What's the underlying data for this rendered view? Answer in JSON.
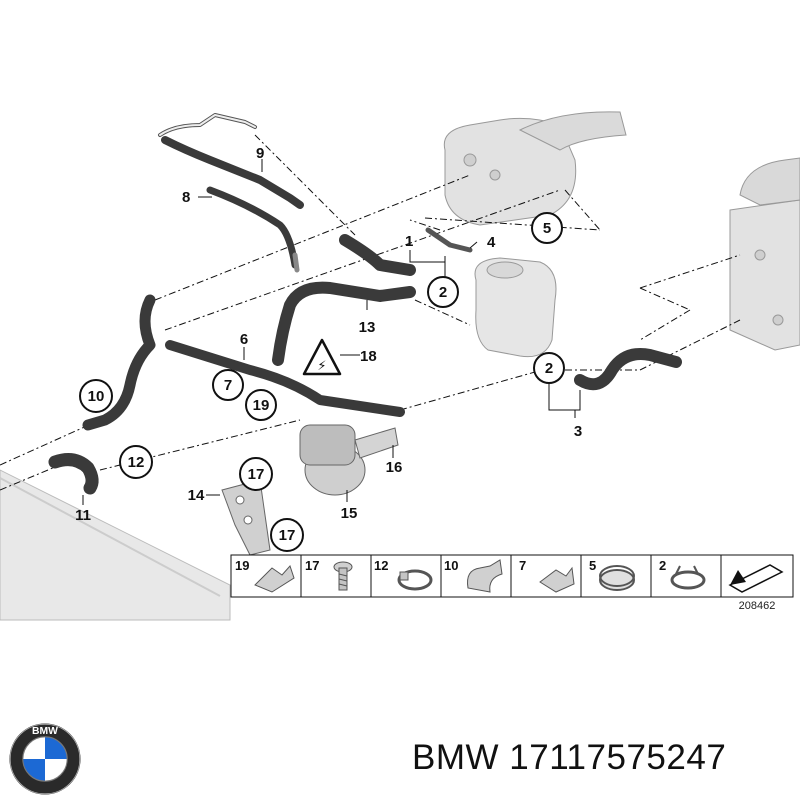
{
  "diagram": {
    "callouts": {
      "c1": "1",
      "c2a": "2",
      "c2b": "2",
      "c3": "3",
      "c4": "4",
      "c5": "5",
      "c6": "6",
      "c7": "7",
      "c8": "8",
      "c9": "9",
      "c10": "10",
      "c11": "11",
      "c12": "12",
      "c13": "13",
      "c14": "14",
      "c15": "15",
      "c16": "16",
      "c17a": "17",
      "c17b": "17",
      "c18": "18",
      "c19": "19"
    },
    "legend": [
      {
        "num": "19",
        "part": "holder-clip"
      },
      {
        "num": "17",
        "part": "bolt"
      },
      {
        "num": "12",
        "part": "hose-clamp"
      },
      {
        "num": "10",
        "part": "clip"
      },
      {
        "num": "7",
        "part": "bracket-clip"
      },
      {
        "num": "5",
        "part": "band-clamp"
      },
      {
        "num": "2",
        "part": "spring-clamp"
      },
      {
        "num": "",
        "part": "direction-arrow"
      }
    ],
    "reference_number": "208462"
  },
  "brand": {
    "text": "BMW 17117575247",
    "logo_letters": "BMW"
  },
  "colors": {
    "line": "#111111",
    "hose": "#3a3a3a",
    "part_gray": "#d6d6d6",
    "logo_blue": "#1c69d4"
  }
}
